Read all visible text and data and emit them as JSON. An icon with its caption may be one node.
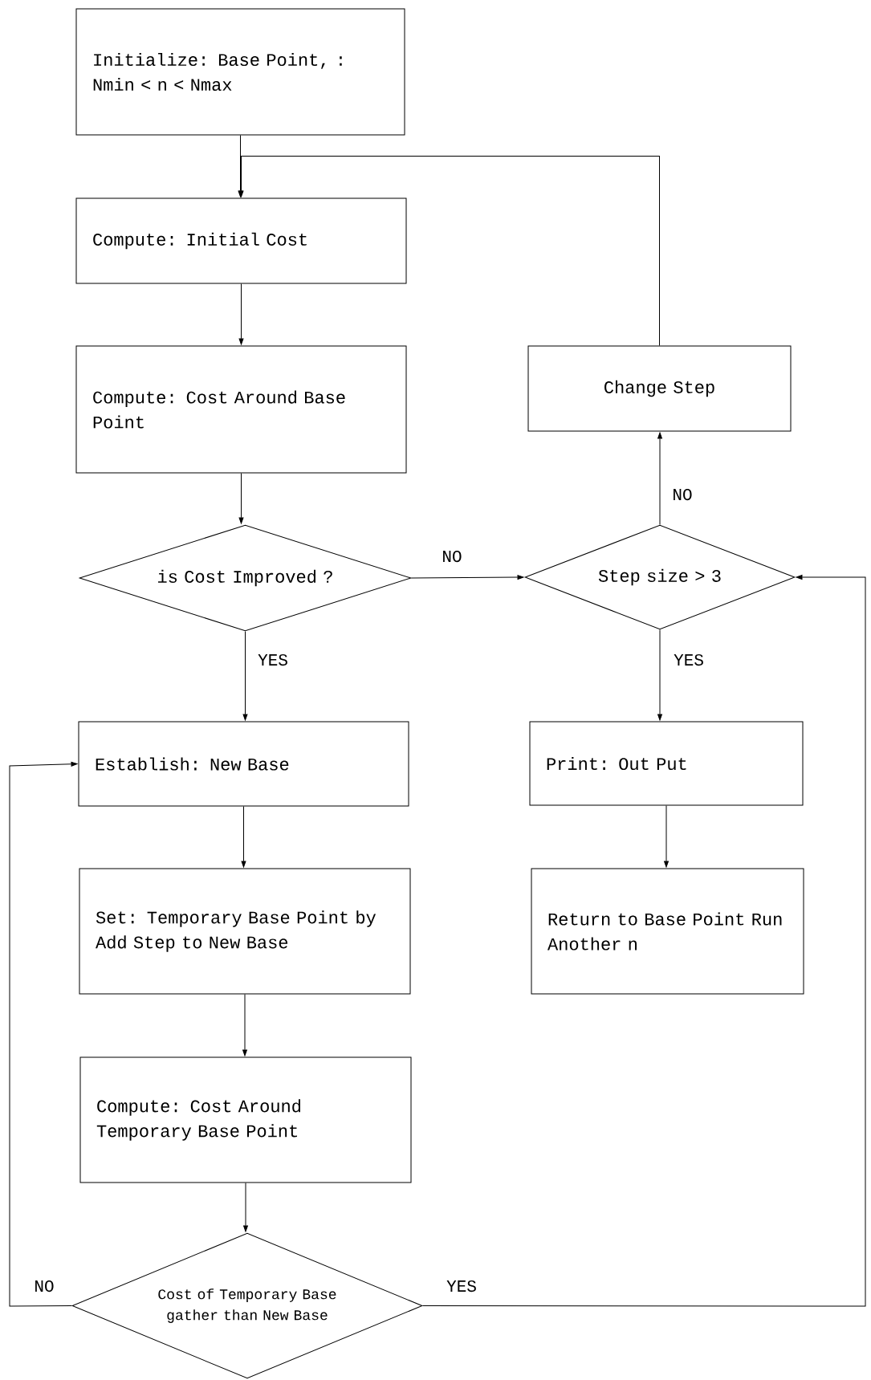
{
  "diagram": {
    "nodes": [
      {
        "text": [
          "Initialize: Base Point, : Nmin < n < Nmax"
        ]
      },
      {
        "text": [
          "Compute: Initial Cost"
        ]
      },
      {
        "text": [
          "Compute: Cost Around Base Point"
        ]
      },
      {
        "text": [
          "is Cost Improved ?"
        ]
      },
      {
        "text": [
          "Change Step"
        ]
      },
      {
        "text": [
          "Step size > 3"
        ]
      },
      {
        "text": [
          "Establish: New Base"
        ]
      },
      {
        "text": [
          "Print: Out Put"
        ]
      },
      {
        "text": [
          "Set: Temporary Base Point by Add Step to New Base"
        ]
      },
      {
        "text": [
          "Return to Base Point Run Another n"
        ]
      },
      {
        "text": [
          "Compute: Cost Around Temporary Base Point"
        ]
      },
      {
        "text": [
          "Cost of Temporary Base gather than New Base"
        ]
      }
    ],
    "edges": [
      {
        "from": 0,
        "to": 1,
        "arrow": "to"
      },
      {
        "from": 1,
        "to": 2,
        "arrow": "to"
      },
      {
        "from": 2,
        "to": 3,
        "arrow": "to"
      },
      {
        "from": 3,
        "to": 5,
        "arrow": "to",
        "label": "NO"
      },
      {
        "from": 3,
        "to": 6,
        "arrow": "to",
        "label": "YES"
      },
      {
        "from": 5,
        "to": 4,
        "arrow": "to",
        "label": "NO"
      },
      {
        "from": 4,
        "to": 1,
        "arrow": "to"
      },
      {
        "from": 5,
        "to": 7,
        "arrow": "to",
        "label": "YES"
      },
      {
        "from": 7,
        "to": 9,
        "arrow": "to"
      },
      {
        "from": 6,
        "to": 8,
        "arrow": "to"
      },
      {
        "from": 8,
        "to": 10,
        "arrow": "to"
      },
      {
        "from": 10,
        "to": 11,
        "arrow": "to"
      },
      {
        "from": 11,
        "to": 6,
        "arrow": "to",
        "label": "NO"
      },
      {
        "from": 11,
        "to": 5,
        "arrow": "to",
        "label": "YES"
      }
    ]
  }
}
